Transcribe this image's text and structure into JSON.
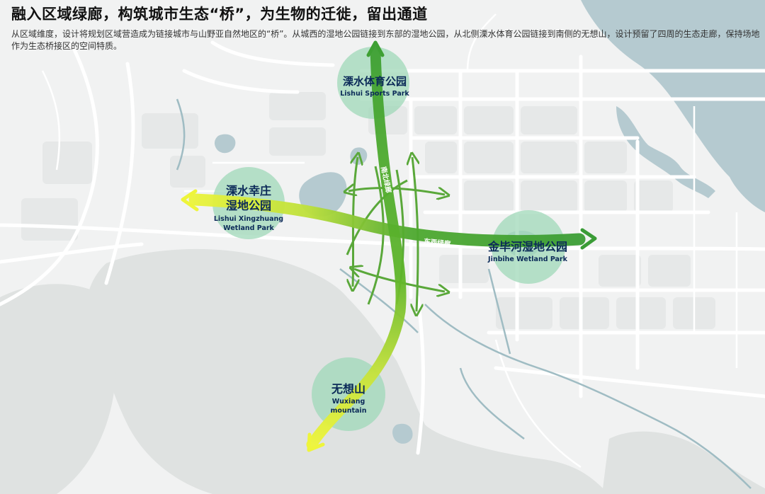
{
  "header": {
    "title": "融入区域绿廊，构筑城市生态“桥”，为生物的迁徙，留出通道",
    "description": "从区域维度，设计将规划区域营造成为链接城市与山野亚自然地区的“桥”。从城西的湿地公园链接到东部的湿地公园，从北侧溧水体育公园链接到南侧的无想山，设计预留了四周的生态走廊，保持场地作为生态桥接区的空间特质。"
  },
  "places": {
    "sports_park": {
      "cn": "溧水体育公园",
      "en": "Lishui Sports Park"
    },
    "xingzhuang": {
      "cn1": "溧水幸庄",
      "cn2": "湿地公园",
      "en1": "Lishui Xingzhuang",
      "en2": "Wetland Park"
    },
    "jinbihe": {
      "cn": "金毕河湿地公园",
      "en": "Jinbihe Wetland Park"
    },
    "wuxiang": {
      "cn": "无想山",
      "en1": "Wuxiang",
      "en2": "mountain"
    }
  },
  "corridors": {
    "north_south": "南北绿廊",
    "east_west": "东西绿廊"
  },
  "colors": {
    "water": "#b5cad0",
    "mountain": "#dfe2e1",
    "road": "#ffffff",
    "corridor_green": "#3ea033",
    "corridor_yellow": "#ecf33a",
    "park_circle": "#9fd8b8",
    "label_navy": "#0b2a58"
  },
  "icons": [
    "arrow-icon"
  ]
}
